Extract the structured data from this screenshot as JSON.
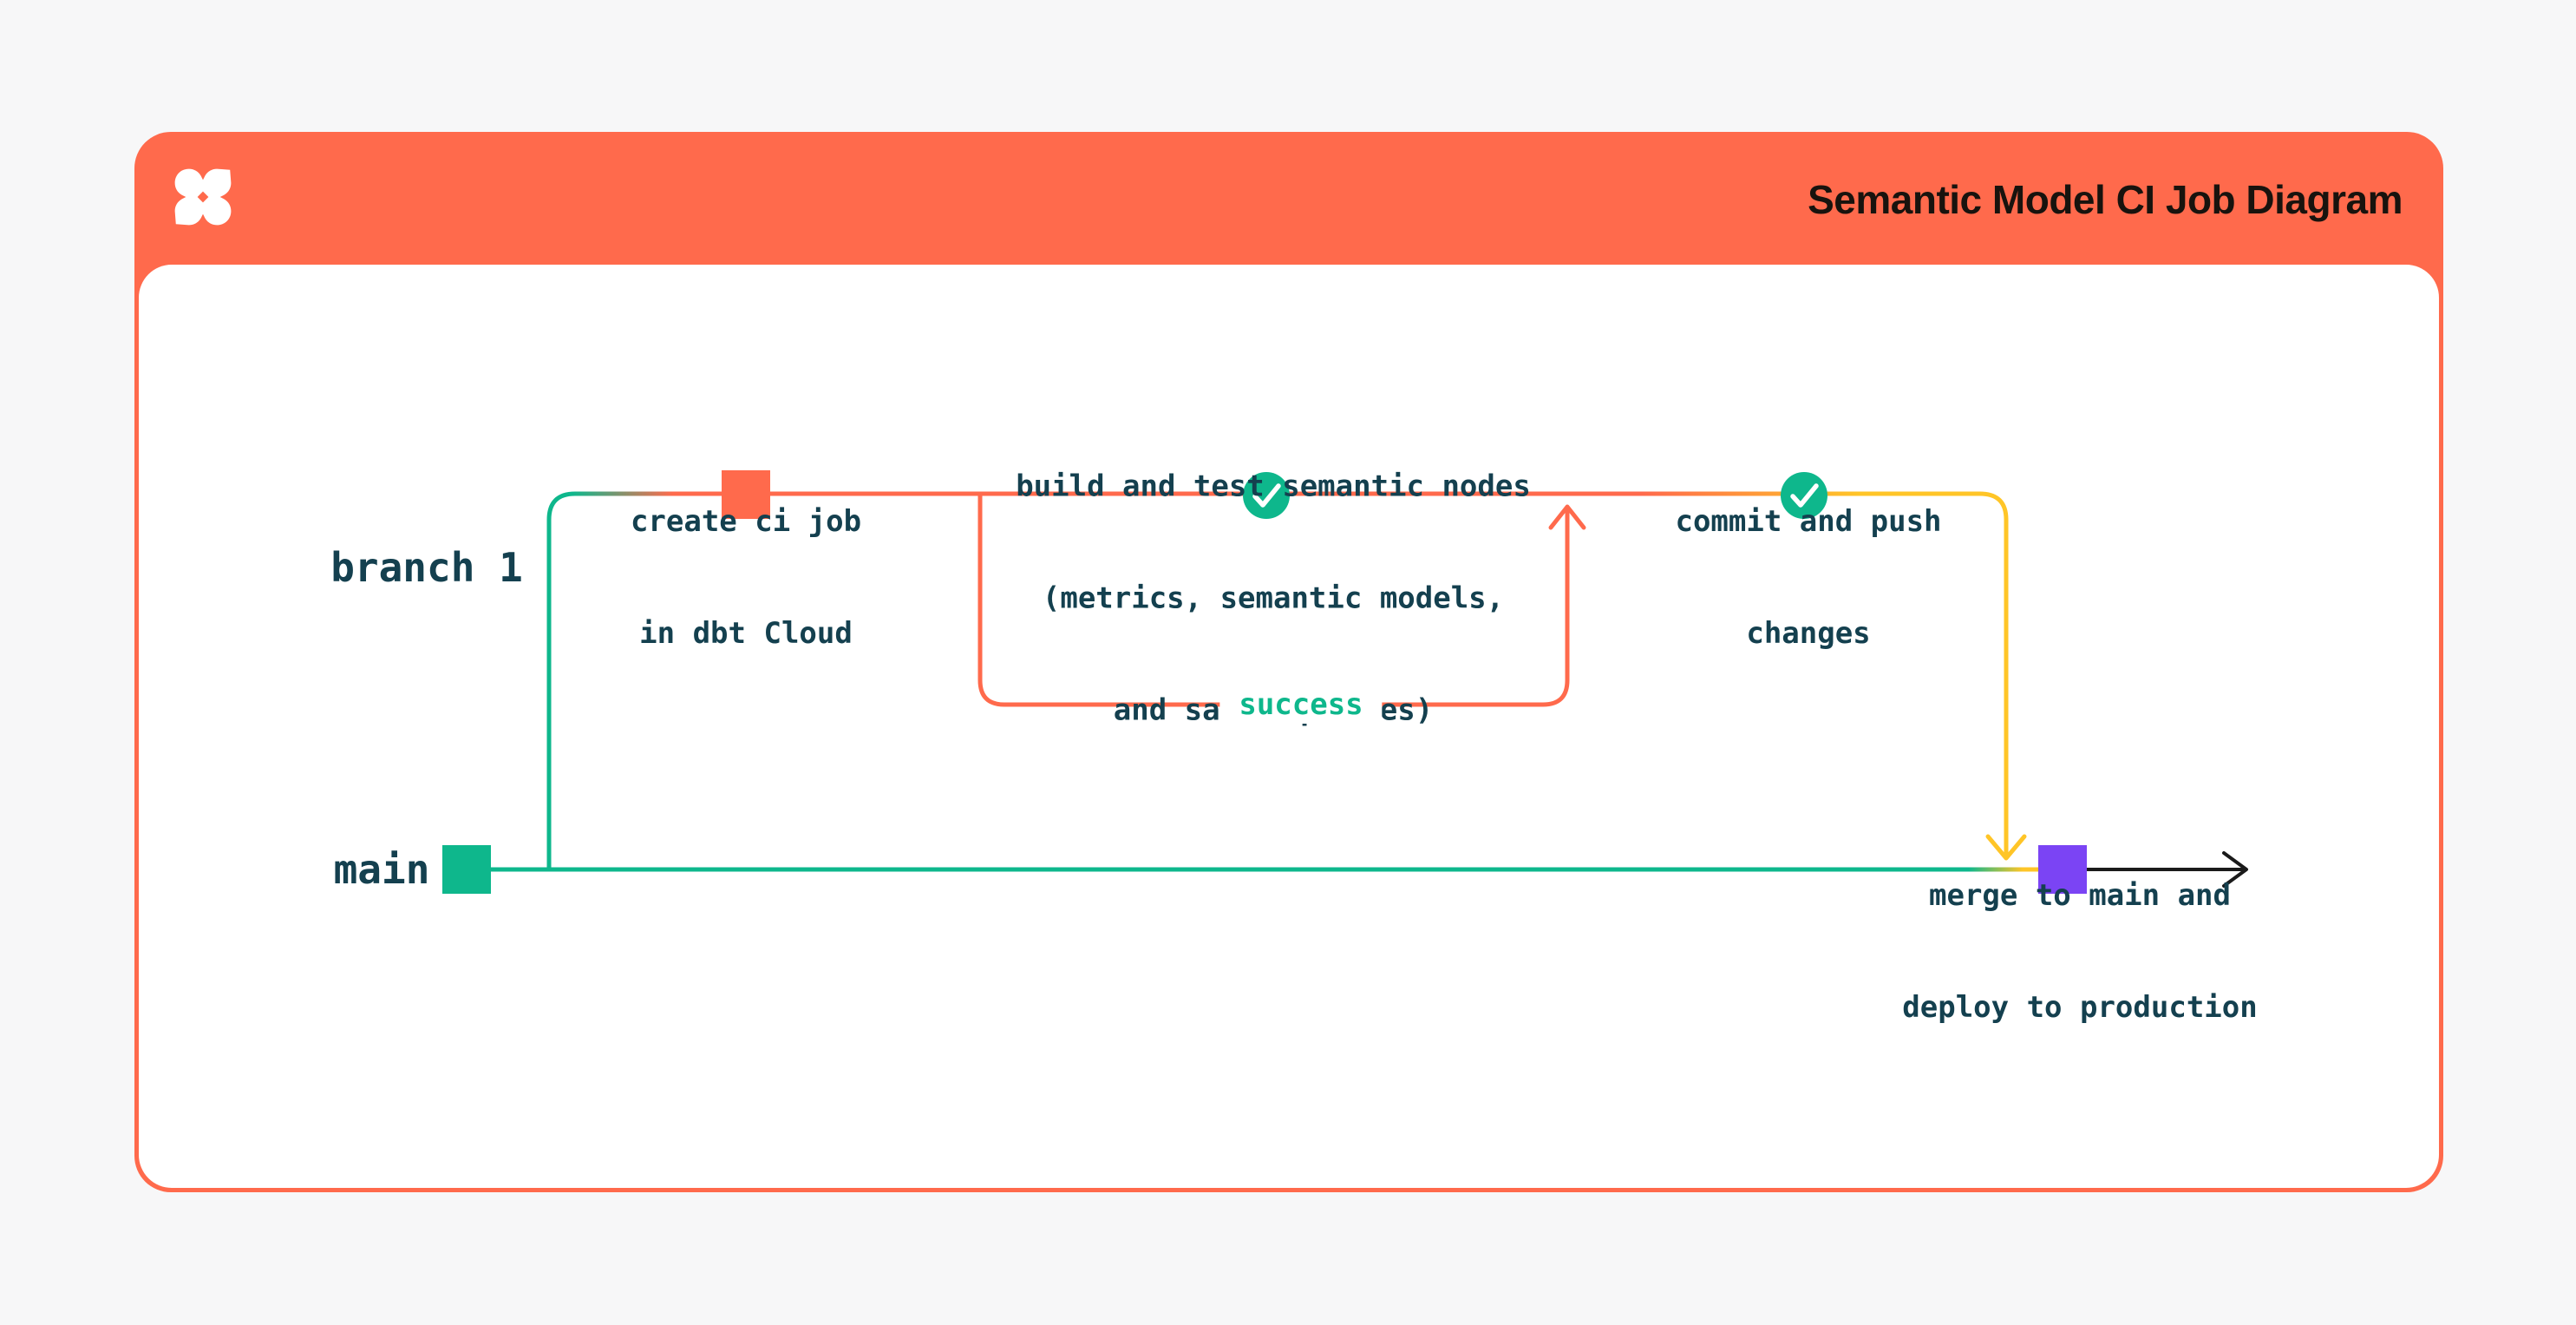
{
  "theme": {
    "page_bg": "#F7F7F8",
    "card_bg": "#FFFFFF",
    "brand_orange": "#FF6A4C",
    "brand_green": "#0EB78C",
    "brand_yellow": "#FFC527",
    "brand_purple": "#7B44F4",
    "ink": "#14404F",
    "title_ink": "#18130E",
    "arrow_black": "#1A1A1A"
  },
  "header": {
    "logo": "dbt-logo",
    "title": "Semantic Model CI Job Diagram"
  },
  "diagram": {
    "branch_label": "branch 1",
    "main_label": "main",
    "loop_label": "success",
    "nodes": {
      "create_ci": {
        "lines": [
          "create ci job",
          "in dbt Cloud"
        ]
      },
      "build_test": {
        "lines": [
          "build and test semantic nodes",
          "(metrics, semantic models,",
          "and saved queries)"
        ]
      },
      "commit_push": {
        "lines": [
          "commit and push",
          "changes"
        ]
      },
      "merge": {
        "lines": [
          "merge to main and",
          "deploy to production"
        ]
      }
    }
  }
}
